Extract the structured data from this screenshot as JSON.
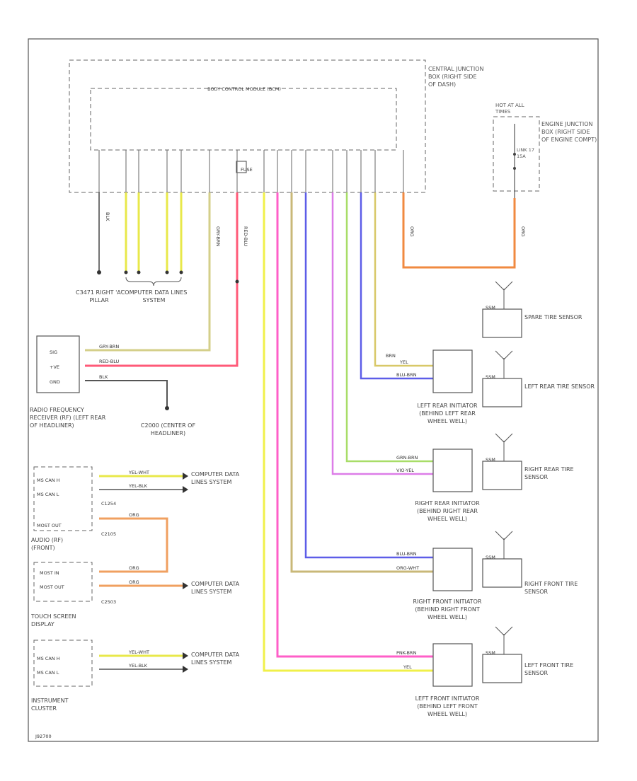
{
  "modules": {
    "cjb": "CENTRAL JUNCTION BOX (RIGHT SIDE OF DASH)",
    "bcm": "BODY CONTROL MODULE (BCM)",
    "ejb": "ENGINE JUNCTION BOX (RIGHT SIDE OF ENGINE COMPT)",
    "hot": "HOT AT ALL TIMES",
    "link": "LINK 17 15A",
    "fuse": "FUSE"
  },
  "grounds": {
    "g101": "C3471 RIGHT 'A' PILLAR",
    "g201": "C2000 (CENTER OF HEADLINER)"
  },
  "refs": {
    "cdl1": "COMPUTER DATA LINES SYSTEM",
    "cdl2": "COMPUTER DATA LINES SYSTEM",
    "cdl3": "COMPUTER DATA LINES SYSTEM",
    "cdl4": "COMPUTER DATA LINES SYSTEM"
  },
  "components": {
    "rf_receiver": "RADIO FREQUENCY RECEIVER (RF) (LEFT REAR OF HEADLINER)",
    "audio": "AUDIO (RF) (FRONT)",
    "touch": "TOUCH SCREEN DISPLAY",
    "cluster": "INSTRUMENT CLUSTER",
    "lr_init": "LEFT REAR INITIATOR (BEHIND LEFT REAR WHEEL WELL)",
    "rr_init": "RIGHT REAR INITIATOR (BEHIND RIGHT REAR WHEEL WELL)",
    "rf_init": "RIGHT FRONT INITIATOR (BEHIND RIGHT FRONT WHEEL WELL)",
    "lf_init": "LEFT FRONT INITIATOR (BEHIND LEFT FRONT WHEEL WELL)",
    "spare": "SPARE TIRE SENSOR",
    "lr_tire": "LEFT REAR TIRE SENSOR",
    "rr_tire": "RIGHT REAR TIRE SENSOR",
    "rf_tire": "RIGHT FRONT TIRE SENSOR",
    "lf_tire": "LEFT FRONT TIRE SENSOR",
    "sensor_tag": "SSM"
  },
  "pins": {
    "rf_sig": "SIG",
    "rf_pwr": "+VE",
    "rf_gnd": "GND",
    "audio_h": "MS CAN H",
    "audio_l": "MS CAN L",
    "audio_most": "MOST OUT",
    "touch_in": "MOST IN",
    "touch_out": "MOST OUT",
    "cl_h": "MS CAN H",
    "cl_l": "MS CAN L"
  },
  "connectors": {
    "c1": "C1254",
    "c2": "C2105",
    "c3": "C2503"
  },
  "wires": {
    "rf_sig": "GRY-BRN",
    "rf_pwr": "RED-BLU",
    "rf_gnd": "BLK",
    "audio_h": "YEL-WHT",
    "audio_l": "YEL-BLK",
    "most1": "ORG",
    "most2": "ORG",
    "most3": "ORG",
    "cl_h": "YEL-WHT",
    "cl_l": "YEL-BLK",
    "lr_a": "BRN",
    "lr_b": "YEL",
    "lr_c": "BLU-BRN",
    "rr_a": "GRN-BRN",
    "rr_b": "VIO-YEL",
    "rf_a": "BLU-BRN",
    "rf_b": "ORG-WHT",
    "lf_a": "PNK-BRN",
    "lf_b": "YEL",
    "ejb_feed": "ORG"
  },
  "footer": "J92700"
}
